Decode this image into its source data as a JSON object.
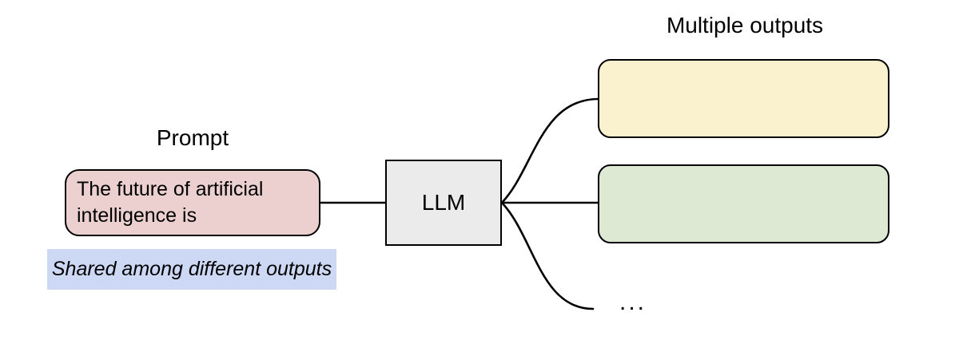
{
  "colors": {
    "background": "#ffffff",
    "stroke": "#000000",
    "prompt_fill": "#ecd0d0",
    "caption_bg": "#ccd8f4",
    "llm_fill": "#ebebeb",
    "output1_fill": "#faf1ce",
    "output2_fill": "#dde9d3"
  },
  "prompt": {
    "title": "Prompt",
    "lines": [
      "The future of artificial",
      "intelligence is"
    ],
    "caption": "Shared among different outputs"
  },
  "llm": {
    "label": "LLM"
  },
  "outputs": {
    "title": "Multiple outputs",
    "ellipsis": "..."
  }
}
